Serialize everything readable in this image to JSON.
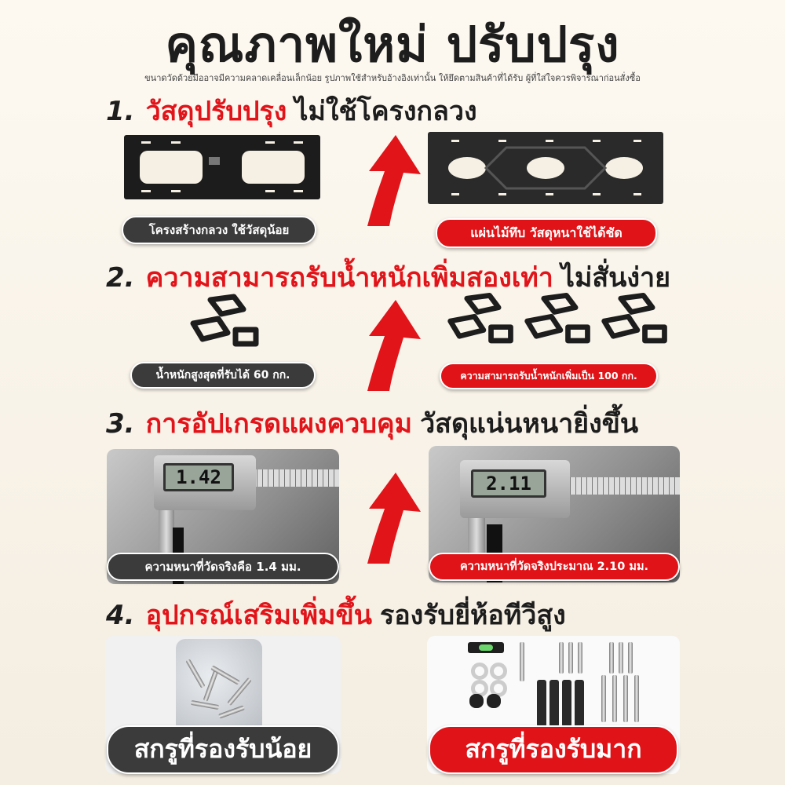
{
  "header": {
    "title": "คุณภาพใหม่ ปรับปรุง",
    "subtitle": "ขนาดวัดด้วยมืออาจมีความคลาดเคลื่อนเล็กน้อย รูปภาพใช้สำหรับอ้างอิงเท่านั้น ให้ยึดตามสินค้าที่ได้รับ ผู้ที่ใส่ใจควรพิจารณาก่อนสั่งซื้อ"
  },
  "sections": [
    {
      "number": "1.",
      "highlight": "วัสดุปรับปรุง",
      "rest": "ไม่ใช้โครงกลวง",
      "left_label": "โครงสร้างกลวง  ใช้วัสดุน้อย",
      "right_label": "แผ่นไม้ทึบ วัสดุหนาใช้ได้ชัด"
    },
    {
      "number": "2.",
      "highlight": "ความสามารถรับน้ำหนักเพิ่มสองเท่า",
      "rest": "ไม่สั่นง่าย",
      "left_label": "น้ำหนักสูงสุดที่รับได้ 60 กก.",
      "right_label": "ความสามารถรับน้ำหนักเพิ่มเป็น 100 กก."
    },
    {
      "number": "3.",
      "highlight": "การอัปเกรดแผงควบคุม",
      "rest": "วัสดุแน่นหนายิ่งขึ้น",
      "left_label": "ความหนาที่วัดจริงคือ 1.4 มม.",
      "right_label": "ความหนาที่วัดจริงประมาณ 2.10 มม.",
      "left_reading": "1.42",
      "right_reading": "2.11"
    },
    {
      "number": "4.",
      "highlight": "อุปกรณ์เสริมเพิ่มขึ้น",
      "rest": "รองรับยี่ห้อทีวีสูง",
      "left_label": "สกรูที่รองรับน้อย",
      "right_label": "สกรูที่รองรับมาก"
    }
  ],
  "colors": {
    "accent_red": "#e1141a",
    "dark_pill": "#3b3b3b",
    "background": "#f6f0e4"
  },
  "icons": {
    "up_arrow": "red-curved-up-arrow-icon",
    "weight": "gold-bar-stack-icon"
  }
}
